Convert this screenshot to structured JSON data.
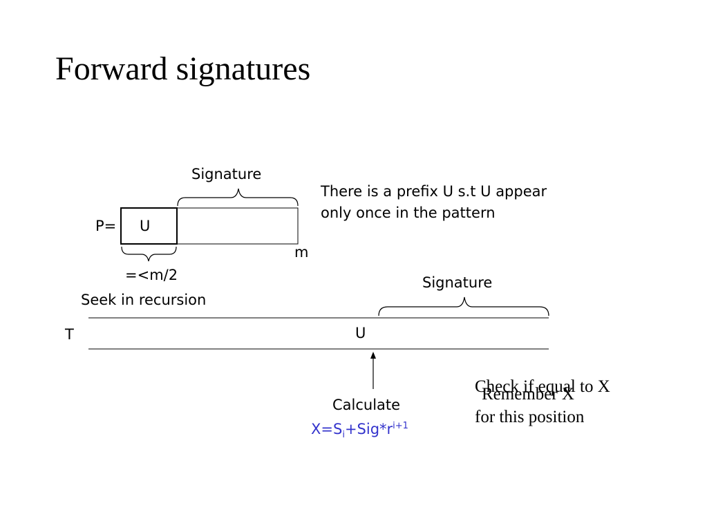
{
  "title": "Forward signatures",
  "pattern": {
    "p_label": "P=",
    "prefix_label": "U",
    "end_label": "m",
    "signature_label": "Signature",
    "prefix_length_label": "=<m/2",
    "recursion_label": "Seek in recursion"
  },
  "note": {
    "line1": "There is a prefix U s.t U appear",
    "line2": "only once in the pattern"
  },
  "text_row": {
    "t_label": "T",
    "u_label": "U",
    "signature_label": "Signature"
  },
  "calculate": {
    "label": "Calculate",
    "formula_prefix": "X=S",
    "formula_sub": "i",
    "formula_mid": "+Sig*r",
    "formula_sup": "i+1"
  },
  "check": {
    "overlay_text": "Remember X",
    "line1": "Check if equal to X",
    "line2": "for this position"
  },
  "colors": {
    "formula": "#3333cc",
    "ink": "#000000"
  }
}
